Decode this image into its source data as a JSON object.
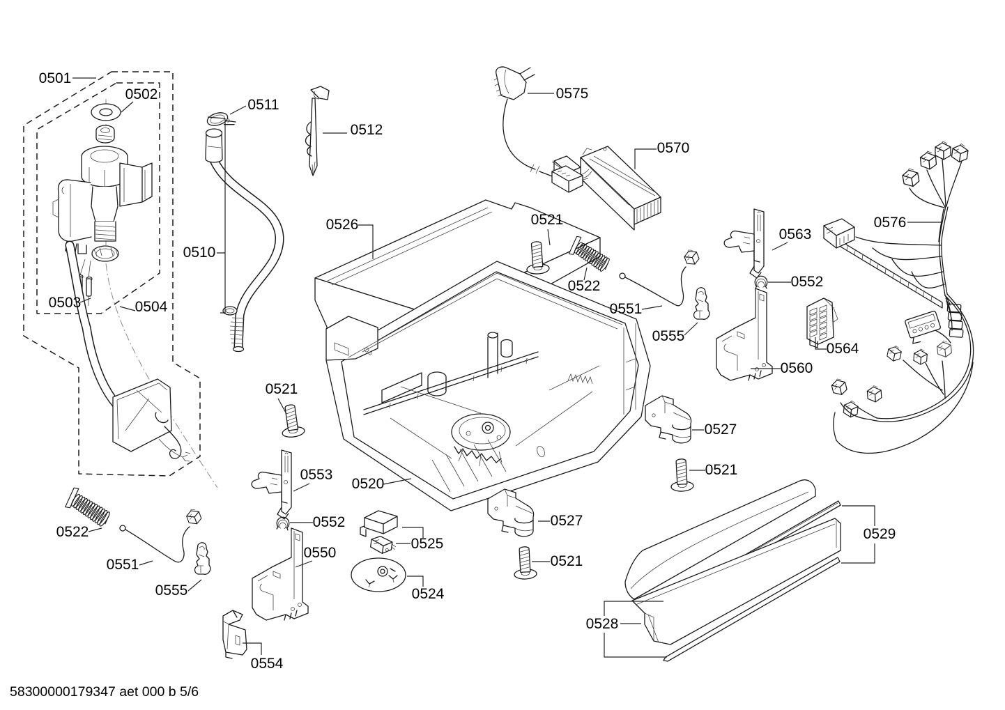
{
  "document": {
    "type": "exploded-parts-diagram",
    "footer_code": "58300000179347 aet 000 b 5/6"
  },
  "colors": {
    "background": "#ffffff",
    "line": "#1a1a1a",
    "label_text": "#000000"
  },
  "labels": {
    "p0501": "0501",
    "p0502": "0502",
    "p0503": "0503",
    "p0504": "0504",
    "p0510": "0510",
    "p0511": "0511",
    "p0512": "0512",
    "p0520": "0520",
    "p0521_left": "0521",
    "p0521_top": "0521",
    "p0521_center": "0521",
    "p0521_right": "0521",
    "p0522_top": "0522",
    "p0522_bottom": "0522",
    "p0524": "0524",
    "p0525": "0525",
    "p0526": "0526",
    "p0527_center": "0527",
    "p0527_right": "0527",
    "p0528": "0528",
    "p0529": "0529",
    "p0550": "0550",
    "p0551_top": "0551",
    "p0551_bottom": "0551",
    "p0552_left": "0552",
    "p0552_right": "0552",
    "p0553": "0553",
    "p0554": "0554",
    "p0555_left": "0555",
    "p0555_right": "0555",
    "p0560": "0560",
    "p0563": "0563",
    "p0564": "0564",
    "p0570": "0570",
    "p0575": "0575",
    "p0576": "0576"
  }
}
